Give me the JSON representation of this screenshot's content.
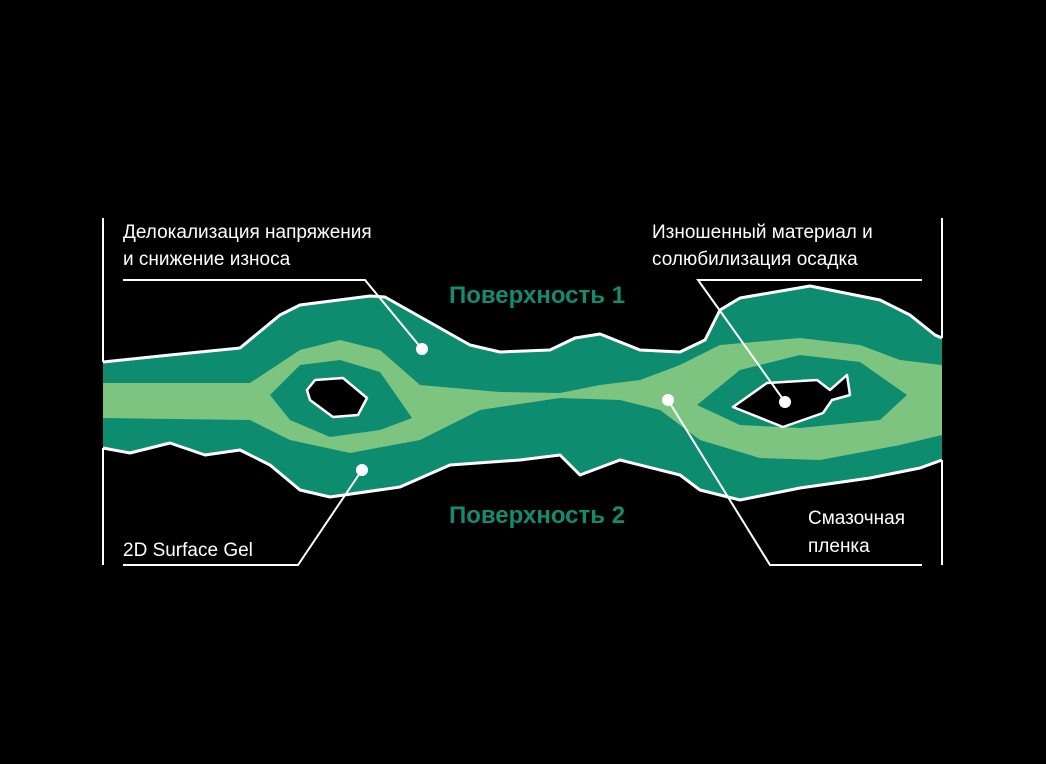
{
  "colors": {
    "background": "#000000",
    "gel_dark": "#0e8c6f",
    "film_light": "#7cc47f",
    "surface_label": "#148a6f",
    "lines": "#ffffff"
  },
  "labels": {
    "top_left": [
      "Делокализация напряжения",
      "и снижение износа"
    ],
    "top_right": [
      "Изношенный материал и",
      "солюбилизация осадка"
    ],
    "surface_1": "Поверхность 1",
    "surface_2": "Поверхность 2",
    "bottom_left": "2D Surface Gel",
    "bottom_right": [
      "Смазочная",
      "пленка"
    ]
  }
}
